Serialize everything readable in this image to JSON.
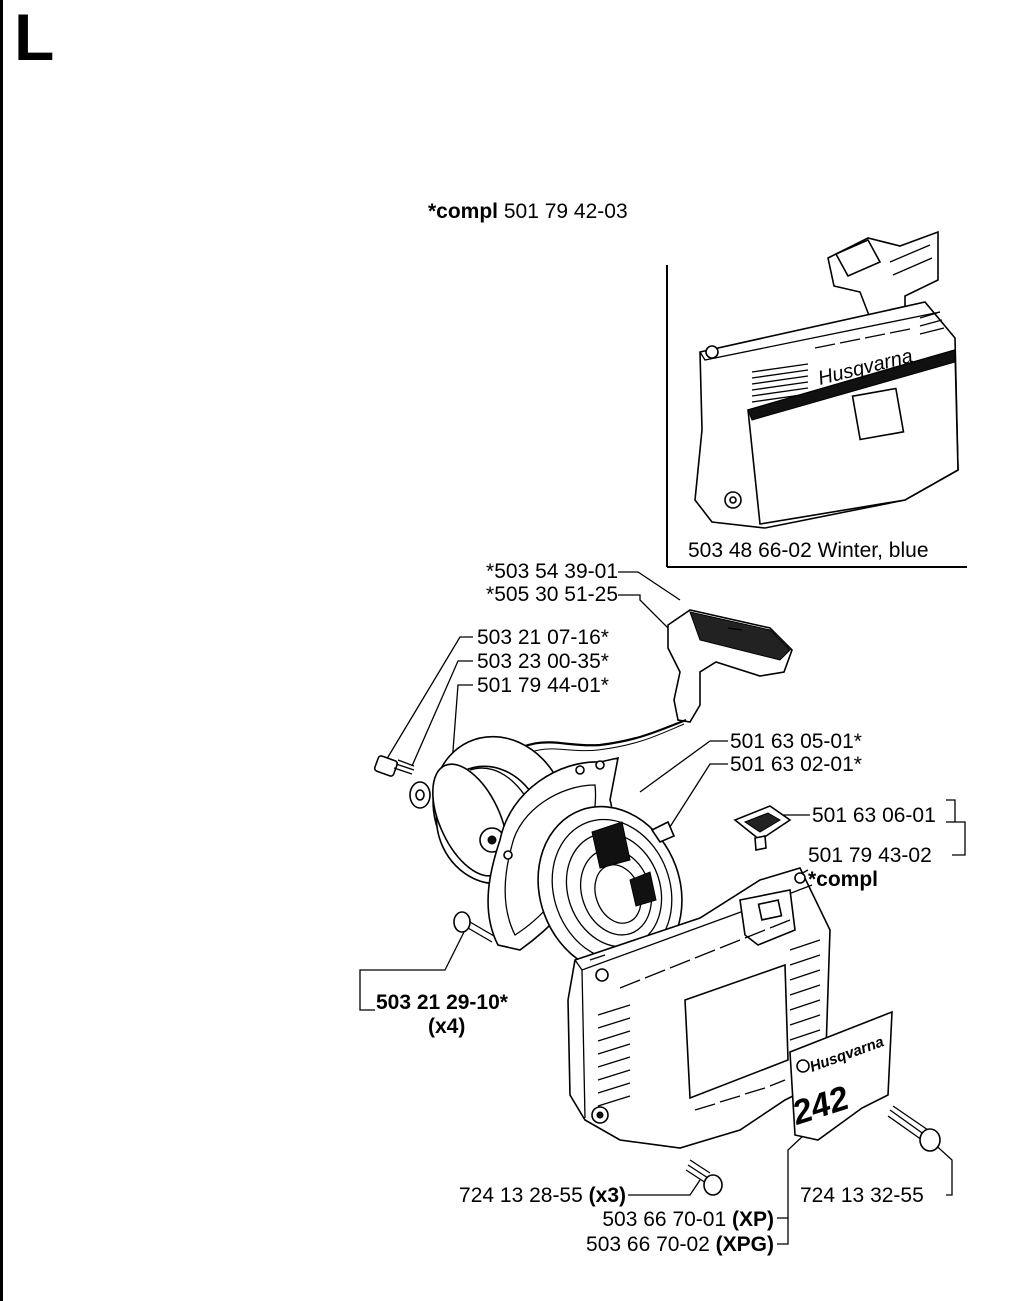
{
  "page": {
    "section_letter": "L"
  },
  "header": {
    "compl_prefix": "*compl",
    "compl_number": "501 79 42-03"
  },
  "inset": {
    "caption": "503 48 66-02 Winter, blue",
    "brand": "Husqvarna"
  },
  "cover": {
    "brand": "Husqvarna",
    "model": "242"
  },
  "labels": {
    "p1": "*503 54 39-01",
    "p2": "*505 30 51-25",
    "p3": "503 21 07-16*",
    "p4": "503 23 00-35*",
    "p5": "501 79 44-01*",
    "p6": "501 63 05-01*",
    "p7": "501 63 02-01*",
    "p8": "501 63 06-01",
    "p9": "501 79 43-02",
    "p9_compl": "*compl",
    "p10": "503 21 29-10*",
    "p10_qty": "(x4)",
    "p11": "724 13 28-55",
    "p11_qty": "(x3)",
    "p12": "724 13 32-55",
    "p13": "503 66 70-01",
    "p13_variant": "(XP)",
    "p14": "503 66 70-02",
    "p14_variant": "(XPG)"
  }
}
